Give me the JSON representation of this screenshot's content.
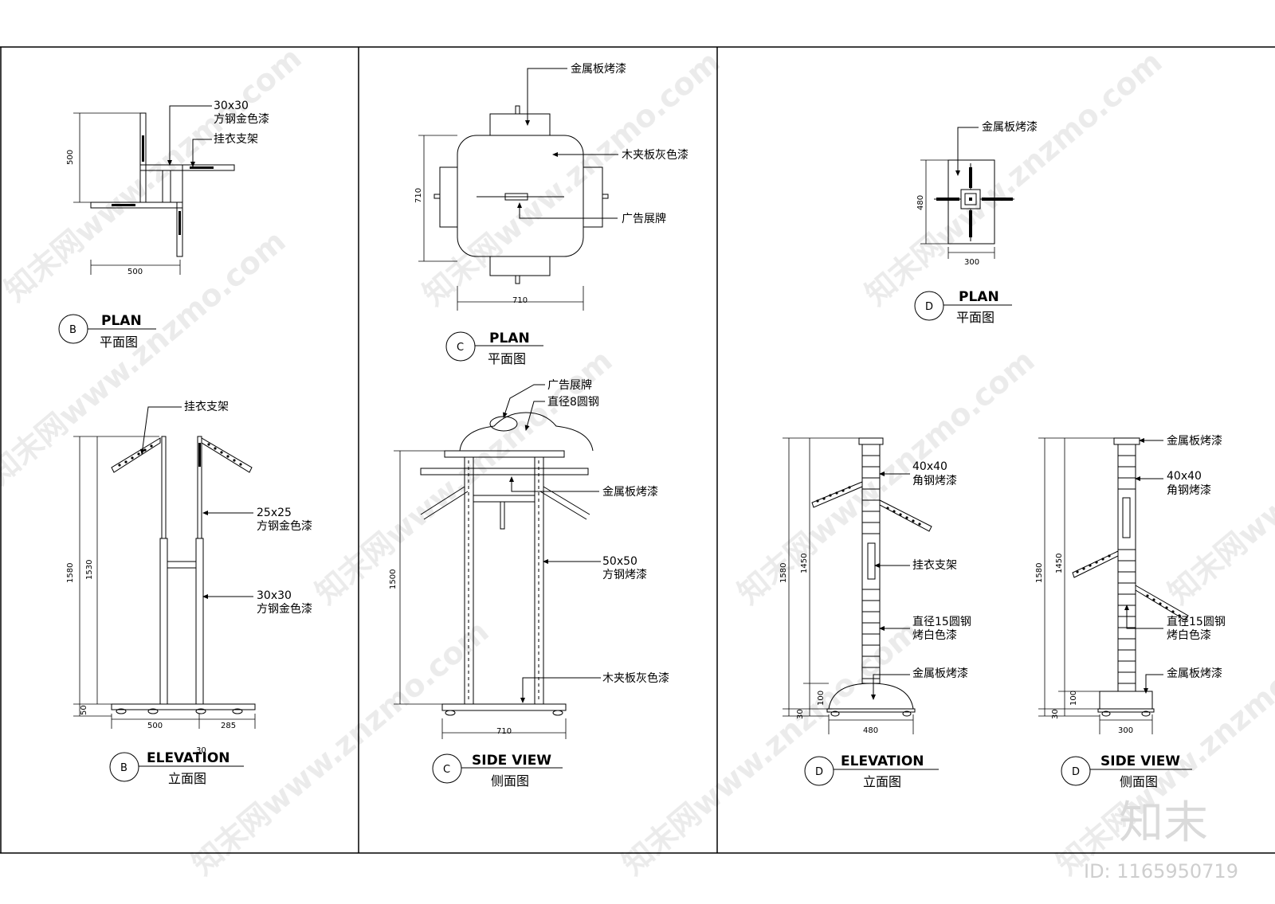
{
  "watermark": {
    "text": "知末网www.znzmo.com",
    "logo": "知末",
    "id": "ID: 1165950719"
  },
  "panels": [
    {
      "plan": {
        "marker": "B",
        "title": "PLAN",
        "subtitle": "平面图",
        "dims": [
          "500",
          "500"
        ],
        "labels": [
          "30x30",
          "方钢金色漆",
          "挂衣支架"
        ]
      },
      "elevation": {
        "marker": "B",
        "title": "ELEVATION",
        "subtitle": "立面图",
        "dims": [
          "1580",
          "1530",
          "50",
          "500",
          "285",
          "30"
        ],
        "labels": [
          "挂衣支架",
          "25x25",
          "方钢金色漆",
          "30x30",
          "方钢金色漆"
        ]
      }
    },
    {
      "plan": {
        "marker": "C",
        "title": "PLAN",
        "subtitle": "平面图",
        "dims": [
          "710",
          "710"
        ],
        "labels": [
          "金属板烤漆",
          "木夹板灰色漆",
          "广告展牌"
        ]
      },
      "elevation": {
        "marker": "C",
        "title": "SIDE VIEW",
        "subtitle": "侧面图",
        "dims": [
          "1500",
          "710"
        ],
        "labels": [
          "广告展牌",
          "直径8圆钢",
          "金属板烤漆",
          "50x50",
          "方钢烤漆",
          "木夹板灰色漆"
        ]
      }
    },
    {
      "plan": {
        "marker": "D",
        "title": "PLAN",
        "subtitle": "平面图",
        "dims": [
          "480",
          "300"
        ],
        "labels": [
          "金属板烤漆"
        ]
      },
      "elevation": {
        "marker": "D",
        "title": "ELEVATION",
        "subtitle": "立面图",
        "dims": [
          "1580",
          "1450",
          "100",
          "30",
          "480"
        ],
        "labels": [
          "40x40",
          "角钢烤漆",
          "挂衣支架",
          "直径15圆钢",
          "烤白色漆",
          "金属板烤漆"
        ]
      },
      "side": {
        "marker": "D",
        "title": "SIDE VIEW",
        "subtitle": "侧面图",
        "dims": [
          "1580",
          "1450",
          "100",
          "30",
          "300"
        ],
        "labels": [
          "金属板烤漆",
          "40x40",
          "角钢烤漆",
          "直径15圆钢",
          "烤白色漆",
          "金属板烤漆"
        ]
      }
    }
  ]
}
